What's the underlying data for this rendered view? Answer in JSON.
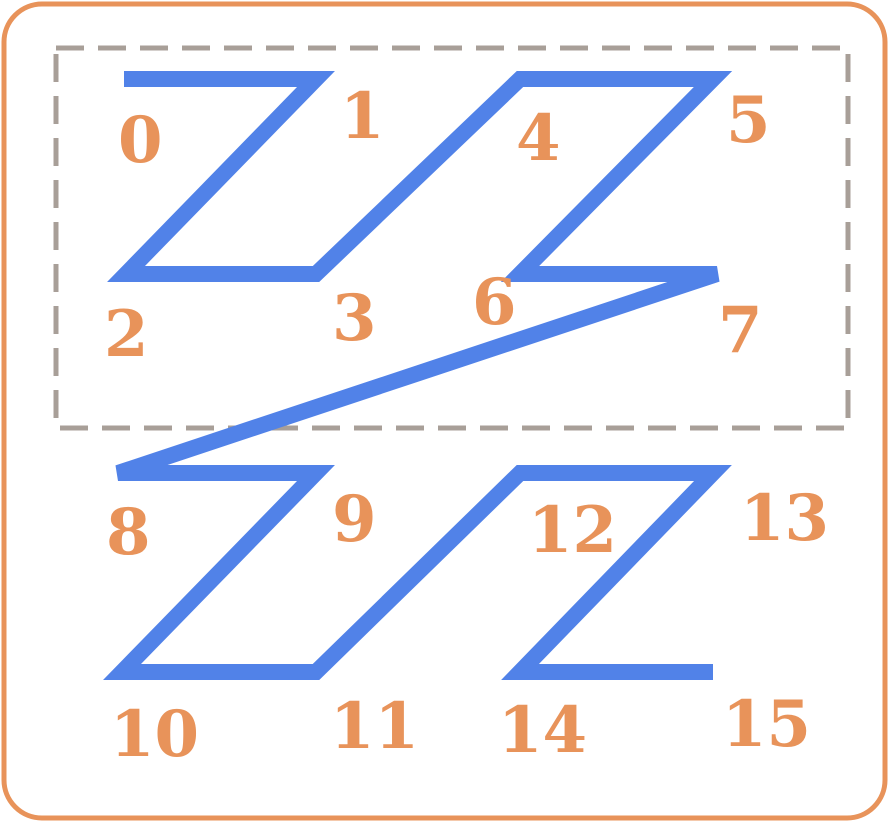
{
  "diagram": {
    "path_order": [
      "0",
      "1",
      "2",
      "3",
      "4",
      "5",
      "6",
      "7",
      "8",
      "9",
      "10",
      "11",
      "12",
      "13",
      "14",
      "15"
    ],
    "labels": [
      "0",
      "1",
      "2",
      "3",
      "4",
      "5",
      "6",
      "7",
      "8",
      "9",
      "10",
      "11",
      "12",
      "13",
      "14",
      "15"
    ],
    "colors": {
      "outer_border": "#E8935A",
      "dashed_box": "#A89F98",
      "path": "#5182E8",
      "labels": "#E8935A",
      "background": "#FFFFFF"
    }
  }
}
